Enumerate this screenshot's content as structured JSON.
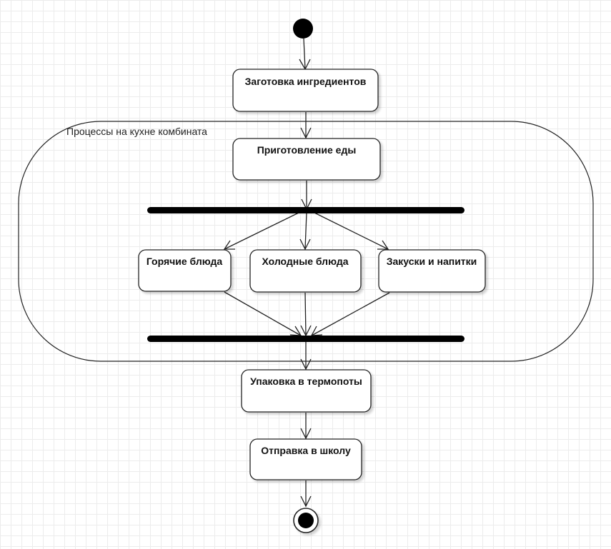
{
  "diagram": {
    "region_label": "Процессы на кухне комбината",
    "actions": {
      "prep": "Заготовка ингредиентов",
      "cook": "Приготовление еды",
      "hot": "Горячие блюда",
      "cold": "Холодные блюда",
      "snacks": "Закуски и напитки",
      "pack": "Упаковка в термопоты",
      "send": "Отправка в школу"
    }
  }
}
